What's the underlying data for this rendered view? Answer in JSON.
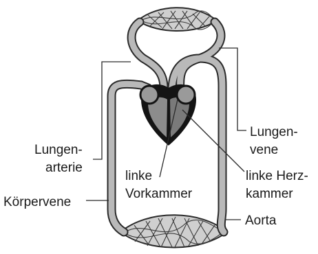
{
  "labels": {
    "lungenarterie_1": "Lungen-",
    "lungenarterie_2": "arterie",
    "lungenvene_1": "Lungen-",
    "lungenvene_2": "vene",
    "linke_vorkammer_1": "linke",
    "linke_vorkammer_2": "Vorkammer",
    "linke_herzkammer_1": "linke Herz-",
    "linke_herzkammer_2": "kammer",
    "koerpervene": "Körpervene",
    "aorta": "Aorta"
  },
  "colors": {
    "vessel_outline": "#2a2a2a",
    "vessel_fill": "#b9b9b9",
    "atrium_fill": "#9a9a9a",
    "ventricle_fill": "#7a7a7a",
    "heart_outline": "#141414"
  }
}
